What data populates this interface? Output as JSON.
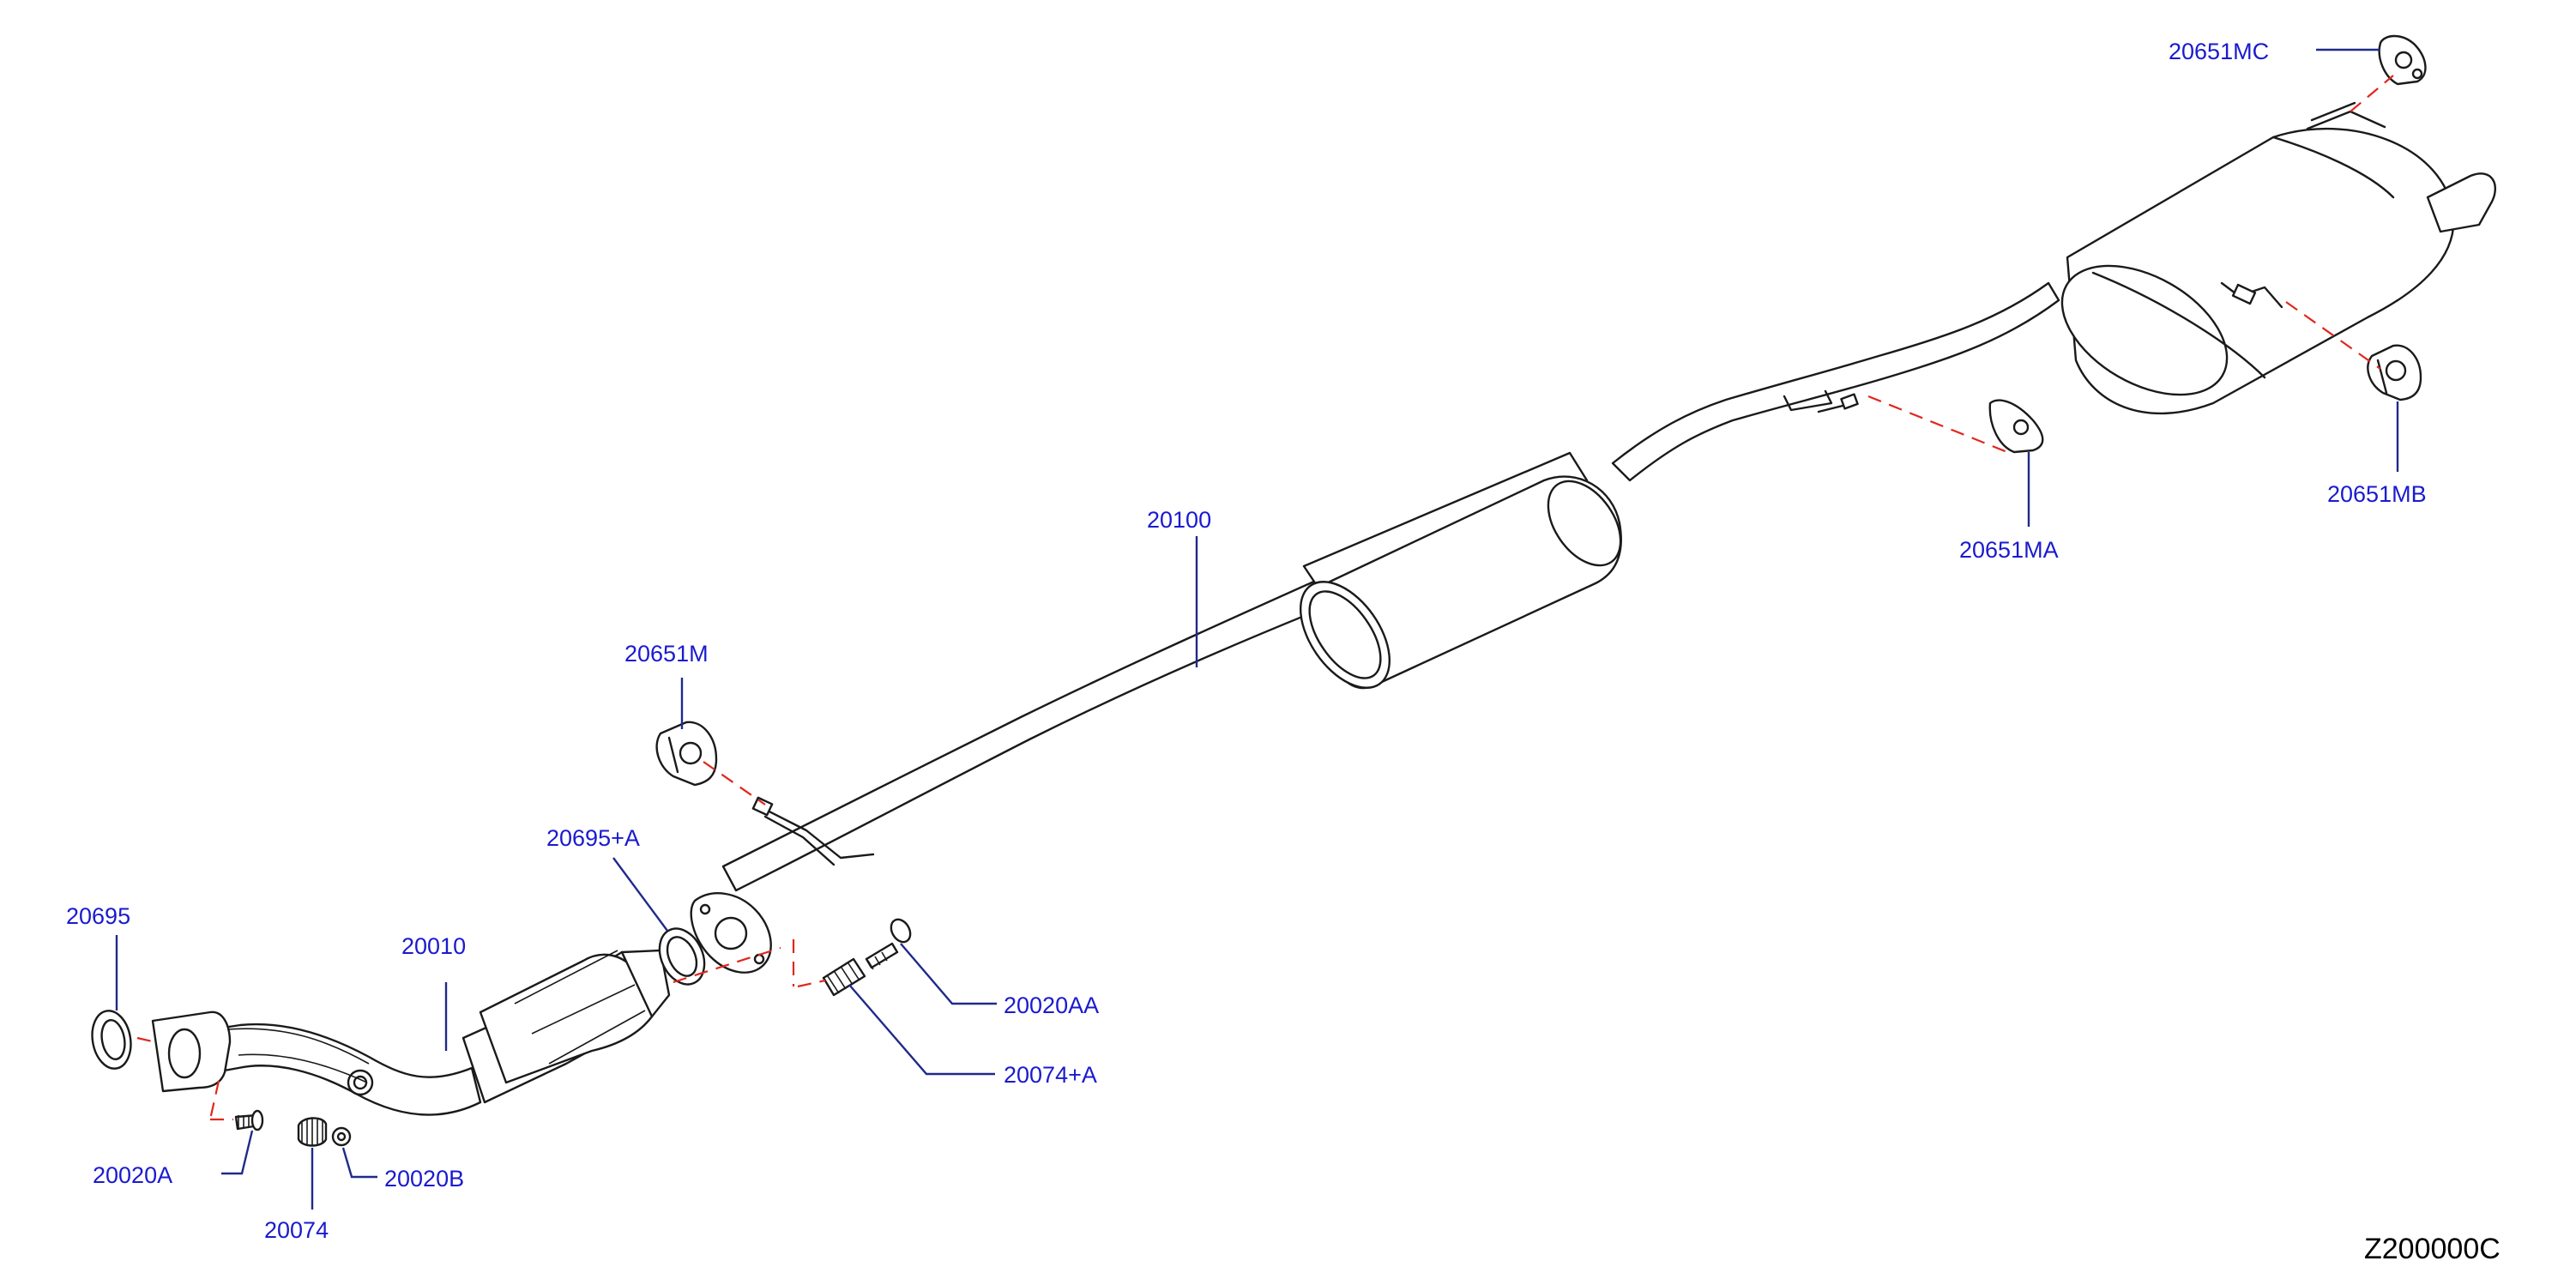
{
  "diagram": {
    "colors": {
      "label": "#1a1ad0",
      "leader": "#1f2a8a",
      "alignment_line": "#e0271e",
      "part_outline": "#1a1a1a",
      "code": "#000000"
    },
    "parts": [
      {
        "id": "20651MC",
        "label": "20651MC"
      },
      {
        "id": "20651MB",
        "label": "20651MB"
      },
      {
        "id": "20651MA",
        "label": "20651MA"
      },
      {
        "id": "20100",
        "label": "20100"
      },
      {
        "id": "20651M",
        "label": "20651M"
      },
      {
        "id": "20695+A",
        "label": "20695+A"
      },
      {
        "id": "20695",
        "label": "20695"
      },
      {
        "id": "20010",
        "label": "20010"
      },
      {
        "id": "20020AA",
        "label": "20020AA"
      },
      {
        "id": "20074+A",
        "label": "20074+A"
      },
      {
        "id": "20020A",
        "label": "20020A"
      },
      {
        "id": "20020B",
        "label": "20020B"
      },
      {
        "id": "20074",
        "label": "20074"
      }
    ],
    "code": "Z200000C"
  }
}
